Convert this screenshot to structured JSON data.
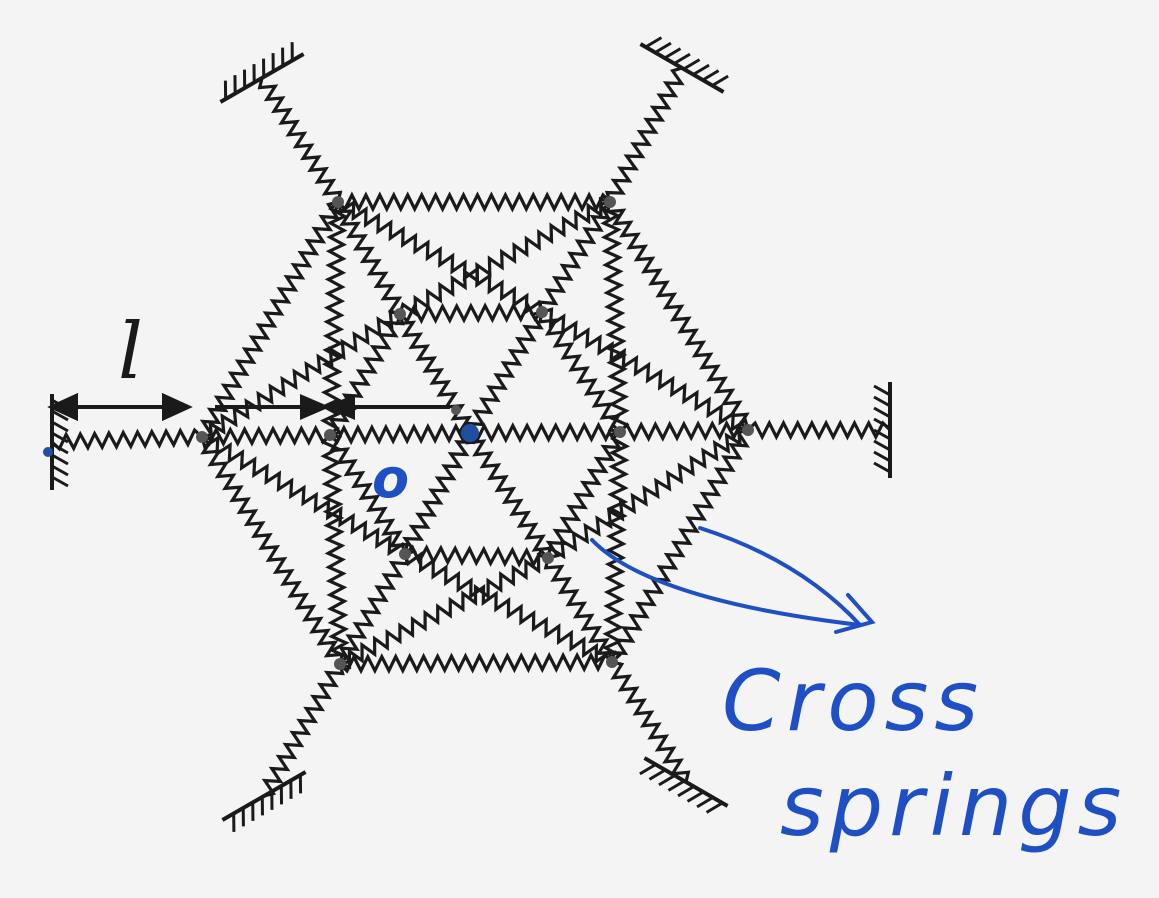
{
  "labels": {
    "length": "l",
    "center": "o",
    "annotation_line1": "Cross",
    "annotation_line2": "springs"
  },
  "colors": {
    "background": "#f4f4f4",
    "spring": "#1a1a1a",
    "annotation": "#1f4fc4",
    "node": "#555555",
    "center_node": "#1f4fa0"
  }
}
